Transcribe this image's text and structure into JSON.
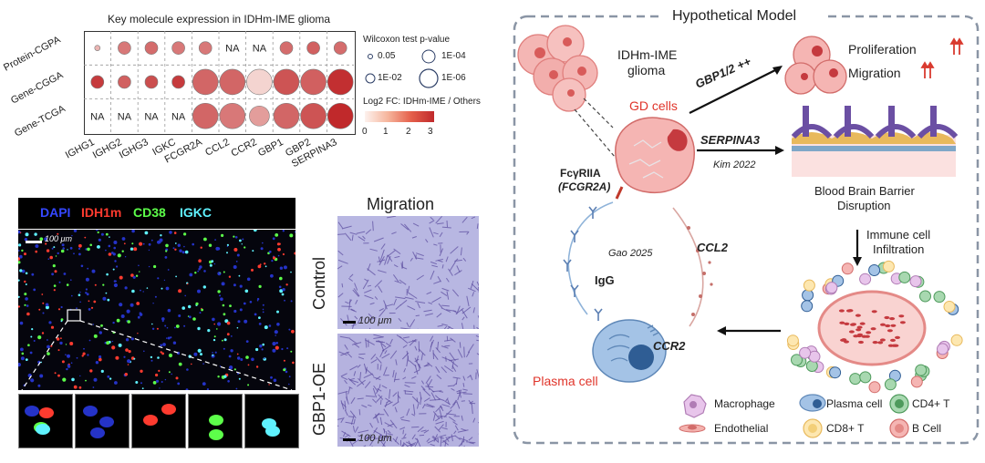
{
  "heatmap": {
    "title": "Key molecule expression in IDHm-IME glioma",
    "rows": [
      "Protein-CGPA",
      "Gene-CGGA",
      "Gene-TCGA"
    ],
    "columns": [
      "IGHG1",
      "IGHG2",
      "IGHG3",
      "IGKC",
      "FCGR2A",
      "CCL2",
      "CCR2",
      "GBP1",
      "GBP2",
      "SERPINA3"
    ],
    "na_label": "NA",
    "cells": [
      [
        {
          "fc": 1.0,
          "size": "0.05"
        },
        {
          "fc": 2.0,
          "size": "1E-02"
        },
        {
          "fc": 2.2,
          "size": "1E-02"
        },
        {
          "fc": 2.0,
          "size": "1E-02"
        },
        {
          "fc": 2.0,
          "size": "1E-02"
        },
        null,
        null,
        {
          "fc": 2.2,
          "size": "1E-02"
        },
        {
          "fc": 2.4,
          "size": "1E-02"
        },
        {
          "fc": 2.2,
          "size": "1E-02"
        }
      ],
      [
        {
          "fc": 3.0,
          "size": "1E-02"
        },
        {
          "fc": 2.4,
          "size": "1E-02"
        },
        {
          "fc": 2.7,
          "size": "1E-02"
        },
        {
          "fc": 3.0,
          "size": "1E-02"
        },
        {
          "fc": 2.3,
          "size": "1E-06"
        },
        {
          "fc": 2.3,
          "size": "1E-06"
        },
        {
          "fc": 0.5,
          "size": "1E-06"
        },
        {
          "fc": 2.6,
          "size": "1E-06"
        },
        {
          "fc": 2.4,
          "size": "1E-06"
        },
        {
          "fc": 3.2,
          "size": "1E-06"
        }
      ],
      [
        null,
        null,
        null,
        null,
        {
          "fc": 2.3,
          "size": "1E-06"
        },
        {
          "fc": 2.0,
          "size": "1E-06"
        },
        {
          "fc": 1.4,
          "size": "1E-04"
        },
        {
          "fc": 2.3,
          "size": "1E-06"
        },
        {
          "fc": 2.6,
          "size": "1E-06"
        },
        {
          "fc": 3.3,
          "size": "1E-06"
        }
      ]
    ],
    "size_legend": {
      "title": "Wilcoxon test p-value",
      "labels": [
        "0.05",
        "1E-04",
        "1E-02",
        "1E-06"
      ]
    },
    "color_legend": {
      "title": "Log2 FC: IDHm-IME / Others",
      "ticks": [
        "0",
        "1",
        "2",
        "3"
      ],
      "low_color": "#fdf2ee",
      "high_color": "#c0292b"
    }
  },
  "if_image": {
    "channels": [
      {
        "label": "DAPI",
        "color": "#3447ff"
      },
      {
        "label": "IDH1m",
        "color": "#ff3b2f"
      },
      {
        "label": "CD38",
        "color": "#5dff4a"
      },
      {
        "label": "IGKC",
        "color": "#5ff2ff"
      }
    ],
    "scale_bar": "100 μm"
  },
  "migration": {
    "title": "Migration",
    "rows": [
      "Control",
      "GBP1-OE"
    ],
    "scale_bar": "100 μm"
  },
  "model": {
    "title": "Hypothetical Model",
    "tumor_label_line1": "IDHm-IME",
    "tumor_label_line2": "glioma",
    "gd_cells": "GD cells",
    "gbp_arrow": "GBP1/2 ++",
    "proliferation": "Proliferation",
    "migration": "Migration",
    "serpina3": "SERPINA3",
    "kim": "Kim 2022",
    "bbb_line1": "Blood Brain Barrier",
    "bbb_line2": "Disruption",
    "immune_line1": "Immune cell",
    "immune_line2": "Infiltration",
    "fc_receptor_line1": "FcγRIIA",
    "fc_receptor_line2": "(FCGR2A)",
    "gao": "Gao 2025",
    "ccl2": "CCL2",
    "igg": "IgG",
    "ccr2": "CCR2",
    "plasma_cell": "Plasma cell",
    "legend": [
      {
        "label": "Macrophage",
        "icon": "macrophage-icon"
      },
      {
        "label": "Plasma cell",
        "icon": "plasma-cell-icon"
      },
      {
        "label": "CD4+ T",
        "icon": "cd4-t-icon"
      },
      {
        "label": "Endothelial",
        "icon": "endothelial-icon"
      },
      {
        "label": "CD8+ T",
        "icon": "cd8-t-icon"
      },
      {
        "label": "B Cell",
        "icon": "b-cell-icon"
      }
    ]
  }
}
